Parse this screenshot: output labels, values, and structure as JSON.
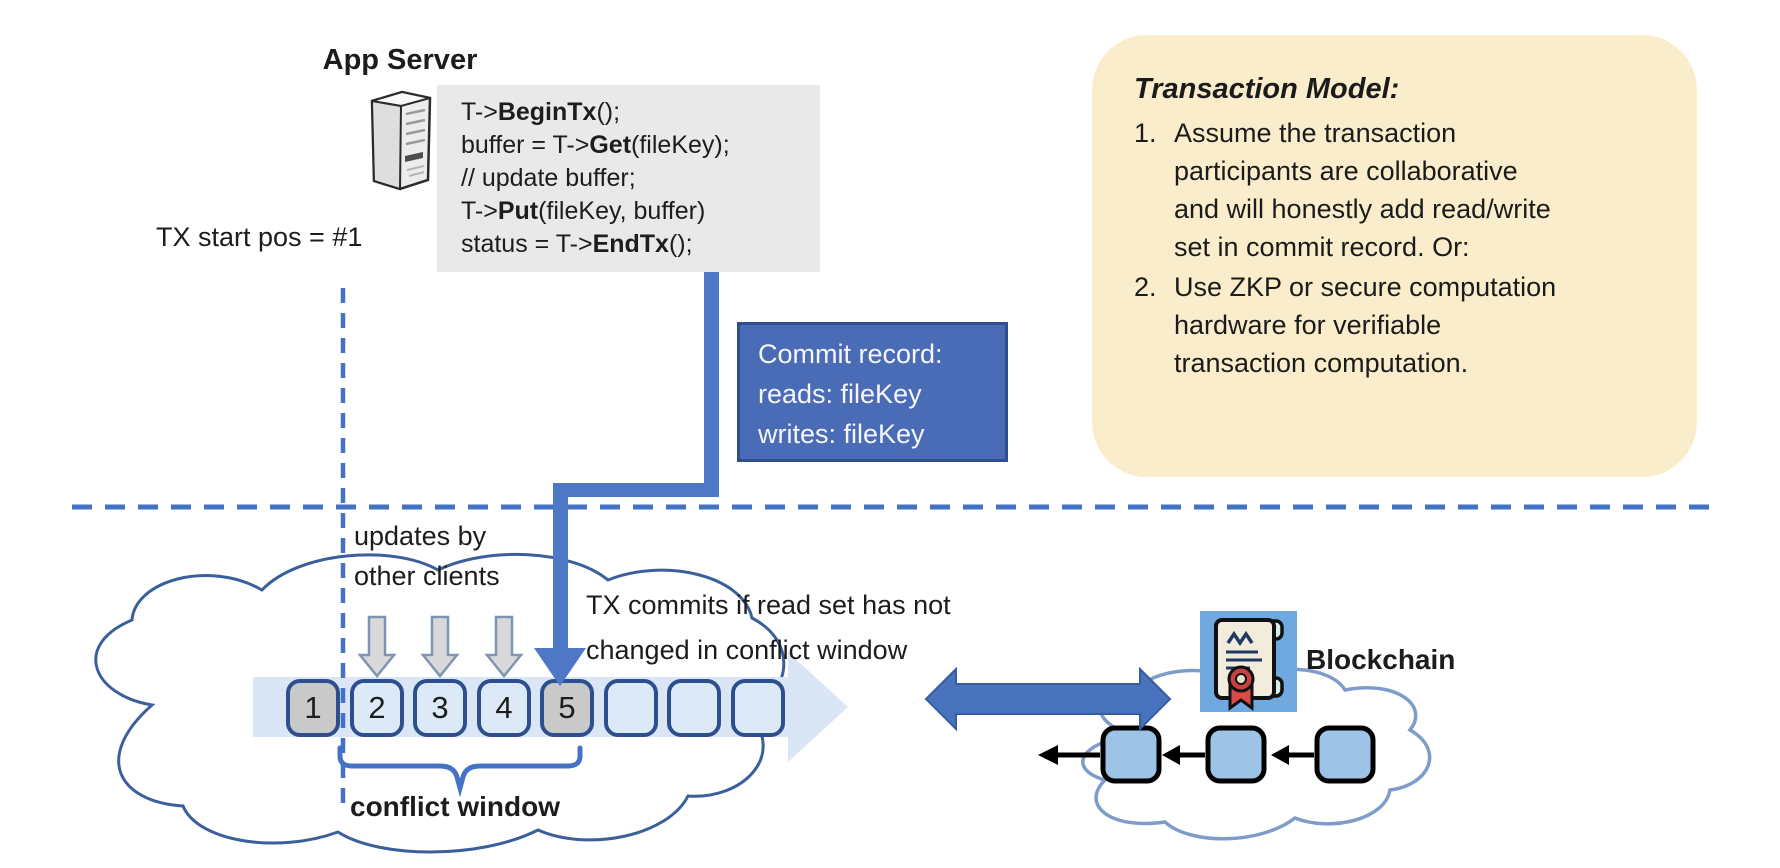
{
  "diagram": {
    "app_server_label": "App Server",
    "tx_start_label": "TX start pos = #1",
    "code": {
      "lines": [
        {
          "pre": "T->",
          "bold": "BeginTx",
          "post": "();"
        },
        {
          "pre": "buffer = T->",
          "bold": "Get",
          "post": "(fileKey);"
        },
        {
          "pre": "// update buffer;",
          "bold": "",
          "post": ""
        },
        {
          "pre": "T->",
          "bold": "Put",
          "post": "(fileKey, buffer)"
        },
        {
          "pre": "status = T->",
          "bold": "EndTx",
          "post": "();"
        }
      ]
    },
    "commit_record": {
      "lines": [
        "Commit record:",
        "reads: fileKey",
        "writes: fileKey"
      ]
    },
    "transaction_model": {
      "title": "Transaction Model:",
      "items": [
        {
          "num": "1.",
          "text": "Assume the transaction\nparticipants are collaborative\nand will honestly add read/write\nset in commit record.  Or:"
        },
        {
          "num": "2.",
          "text": "Use ZKP or secure computation\nhardware for verifiable\ntransaction computation."
        }
      ]
    },
    "updates_label": "updates by\nother clients",
    "tx_commits_label": "TX commits if read set has not\nchanged in conflict window",
    "conflict_window_label": "conflict window",
    "blockchain_label": "Blockchain",
    "timeline": {
      "slots": [
        "1",
        "2",
        "3",
        "4",
        "5",
        "",
        "",
        ""
      ],
      "gray_slots": [
        1,
        5
      ]
    },
    "colors": {
      "accent_blue": "#4472c4",
      "slot_border": "#2e4f8f",
      "slot_light": "#dceaf8",
      "slot_gray": "#c9c9c9",
      "commit_fill": "#4a6bb5",
      "code_bg": "#e9e9e9",
      "note_bg": "#faedcb",
      "left_cloud_stroke": "#3a5f9b",
      "right_cloud_stroke": "#7e9cc9",
      "block_fill": "#9dc3e6"
    }
  }
}
